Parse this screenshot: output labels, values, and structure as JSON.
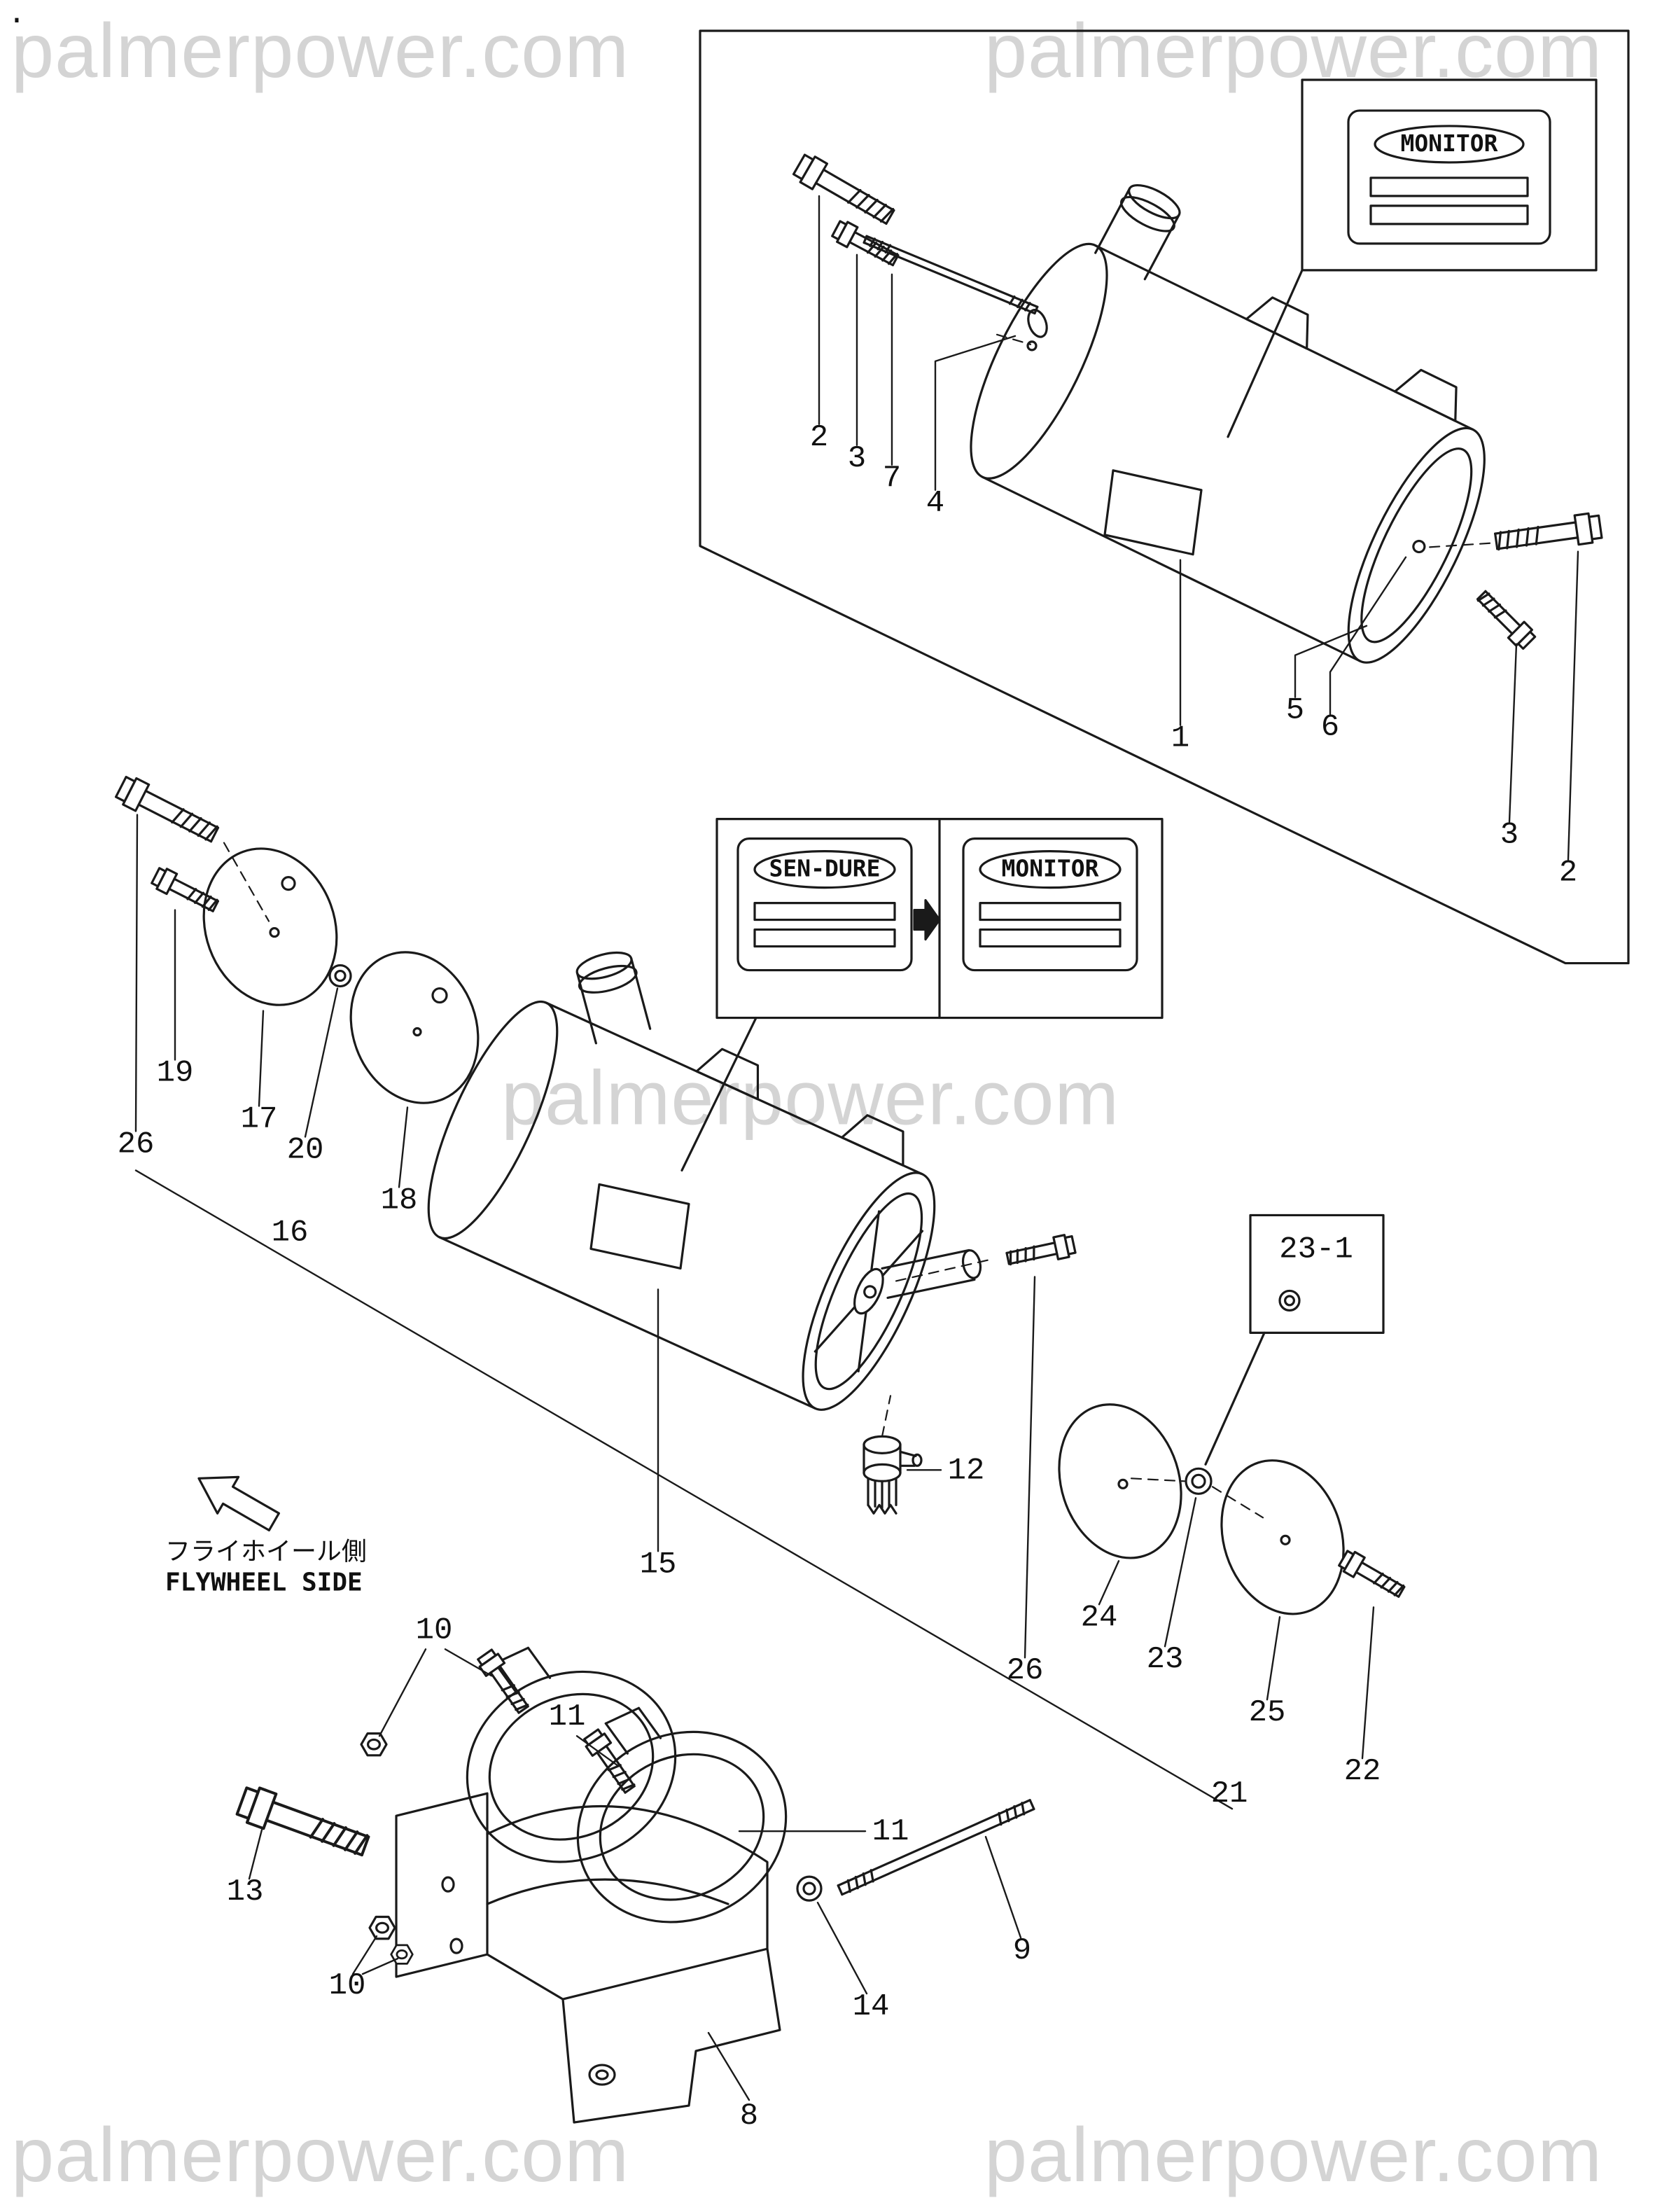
{
  "watermark": {
    "text": "palmerpower.com",
    "color": "#d4d4d4"
  },
  "misc": {
    "corner_dot": "."
  },
  "plates": {
    "monitor": "MONITOR",
    "sen_dure": "SEN-DURE"
  },
  "flywheel": {
    "jp": "フライホイール側",
    "en": "FLYWHEEL SIDE"
  },
  "line_color": "#1a1a1a",
  "callouts": {
    "upper_2": "2",
    "upper_3": "3",
    "upper_7": "7",
    "upper_4": "4",
    "upper_1": "1",
    "upper_5": "5",
    "upper_6": "6",
    "upper_right_3": "3",
    "upper_right_2": "2",
    "left_19": "19",
    "left_17": "17",
    "left_20": "20",
    "left_26": "26",
    "left_18": "18",
    "left_16": "16",
    "left_15": "15",
    "drain_12": "12",
    "right_24": "24",
    "right_23": "23",
    "right_23_1": "23-1",
    "right_25": "25",
    "right_22": "22",
    "right_21": "21",
    "right_26": "26",
    "bottom_10_upper": "10",
    "bottom_11_left": "11",
    "bottom_13": "13",
    "bottom_10_lower": "10",
    "bottom_11_right": "11",
    "bottom_9": "9",
    "bottom_14": "14",
    "bottom_8": "8"
  }
}
